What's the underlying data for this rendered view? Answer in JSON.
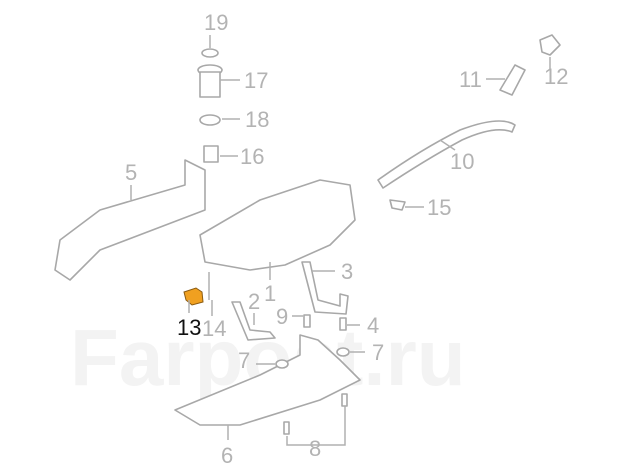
{
  "watermark": "Farpost.ru",
  "highlight_color": "#f0a020",
  "callouts": [
    {
      "id": "19",
      "label": "19"
    },
    {
      "id": "17",
      "label": "17"
    },
    {
      "id": "18",
      "label": "18"
    },
    {
      "id": "16",
      "label": "16"
    },
    {
      "id": "11",
      "label": "11"
    },
    {
      "id": "12",
      "label": "12"
    },
    {
      "id": "10",
      "label": "10"
    },
    {
      "id": "5",
      "label": "5"
    },
    {
      "id": "15",
      "label": "15"
    },
    {
      "id": "3",
      "label": "3"
    },
    {
      "id": "1",
      "label": "1"
    },
    {
      "id": "2",
      "label": "2"
    },
    {
      "id": "9",
      "label": "9"
    },
    {
      "id": "4",
      "label": "4"
    },
    {
      "id": "13",
      "label": "13",
      "selected": true
    },
    {
      "id": "14",
      "label": "14"
    },
    {
      "id": "7a",
      "label": "7"
    },
    {
      "id": "7b",
      "label": "7"
    },
    {
      "id": "6",
      "label": "6"
    },
    {
      "id": "8",
      "label": "8"
    }
  ]
}
